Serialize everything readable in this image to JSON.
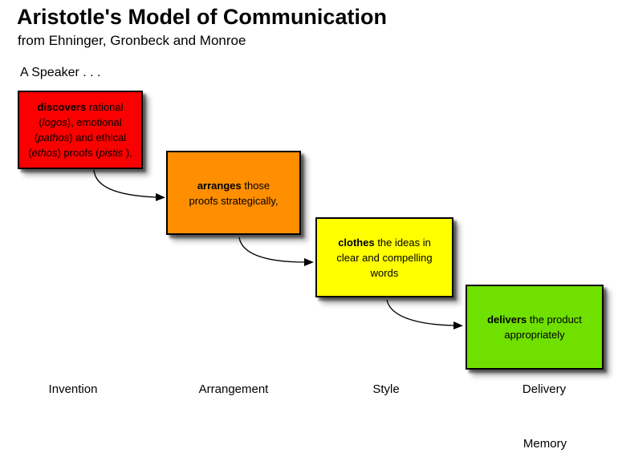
{
  "page_title": "Aristotle's Model of Communication",
  "subtitle": "from Ehninger, Gronbeck and Monroe",
  "speaker_intro": "A Speaker . . .",
  "colors": {
    "background": "#FFFFFF",
    "text": "#000000",
    "box_border": "#000000",
    "invention_red": "#FA0000",
    "arrangement_orange": "#FF8E00",
    "style_yellow": "#FFFF00",
    "delivery_green": "#70E000"
  },
  "boxes": [
    {
      "canon": "Invention",
      "color": "#FA0000",
      "lines": [
        [
          {
            "text": "discovers",
            "bold": true
          },
          {
            "text": " rational"
          }
        ],
        [
          {
            "text": "("
          },
          {
            "text": "logos",
            "italic": true
          },
          {
            "text": "), emotional"
          }
        ],
        [
          {
            "text": "("
          },
          {
            "text": "pathos",
            "italic": true
          },
          {
            "text": ") and ethical"
          }
        ],
        [
          {
            "text": "("
          },
          {
            "text": "ethos",
            "italic": true
          },
          {
            "text": ") proofs ("
          },
          {
            "text": "pistis",
            "italic": true
          },
          {
            "text": " ),"
          }
        ]
      ]
    },
    {
      "canon": "Arrangement",
      "color": "#FF8E00",
      "lines": [
        [
          {
            "text": "arranges",
            "bold": true
          },
          {
            "text": " those"
          }
        ],
        [
          {
            "text": "proofs strategically,"
          }
        ]
      ]
    },
    {
      "canon": "Style",
      "color": "#FFFF00",
      "lines": [
        [
          {
            "text": "clothes",
            "bold": true
          },
          {
            "text": " the ideas in"
          }
        ],
        [
          {
            "text": "clear and compelling"
          }
        ],
        [
          {
            "text": "words"
          }
        ]
      ]
    },
    {
      "canon": "Delivery",
      "color": "#70E000",
      "lines": [
        [
          {
            "text": "delivers",
            "bold": true
          },
          {
            "text": " the product"
          }
        ],
        [
          {
            "text": "appropriately"
          }
        ]
      ]
    }
  ],
  "canon_labels": [
    {
      "label": "Invention"
    },
    {
      "label": "Arrangement"
    },
    {
      "label": "Style"
    },
    {
      "label": "Delivery"
    },
    {
      "label": "Memory"
    }
  ]
}
